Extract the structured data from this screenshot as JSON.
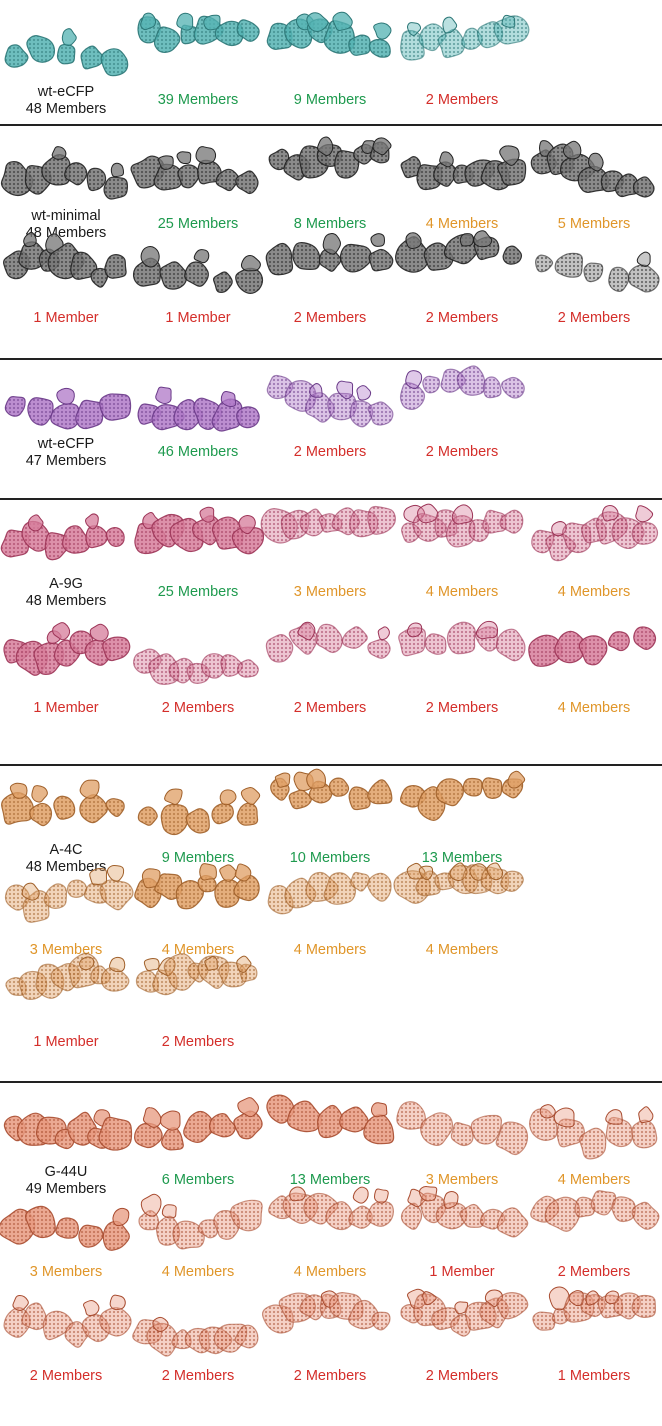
{
  "colors": {
    "label_green": "#1e9a4e",
    "label_orange": "#e0962a",
    "label_red": "#d42e2a",
    "label_black": "#1a1a1a",
    "divider": "#222222"
  },
  "groups": [
    {
      "id": "g1",
      "fill": "#55b3b3",
      "stroke": "#2c7777",
      "rows": [
        [
          {
            "title": "wt-eCFP",
            "count": "48 Members",
            "tone": "black",
            "light": false
          },
          {
            "count": "39 Members",
            "tone": "green",
            "light": false
          },
          {
            "count": "9 Members",
            "tone": "green",
            "light": false
          },
          {
            "count": "2 Members",
            "tone": "red",
            "light": true
          }
        ]
      ]
    },
    {
      "id": "g2",
      "fill": "#777777",
      "stroke": "#222222",
      "rows": [
        [
          {
            "title": "wt-minimal",
            "count": "48 Members",
            "tone": "black",
            "light": false
          },
          {
            "count": "25 Members",
            "tone": "green",
            "light": false
          },
          {
            "count": "8 Members",
            "tone": "green",
            "light": false
          },
          {
            "count": "4 Members",
            "tone": "orange",
            "light": false
          },
          {
            "count": "5 Members",
            "tone": "orange",
            "light": false
          }
        ],
        [
          {
            "count": "1 Member",
            "tone": "red",
            "light": false
          },
          {
            "count": "1 Member",
            "tone": "red",
            "light": false
          },
          {
            "count": "2 Members",
            "tone": "red",
            "light": false
          },
          {
            "count": "2 Members",
            "tone": "red",
            "light": false
          },
          {
            "count": "2 Members",
            "tone": "red",
            "light": true
          }
        ]
      ]
    },
    {
      "id": "g3",
      "fill": "#b07ac8",
      "stroke": "#6a3a88",
      "rows": [
        [
          {
            "title": "wt-eCFP",
            "count": "47 Members",
            "tone": "black",
            "light": false
          },
          {
            "count": "46 Members",
            "tone": "green",
            "light": false
          },
          {
            "count": "2 Members",
            "tone": "red",
            "light": true
          },
          {
            "count": "2 Members",
            "tone": "red",
            "light": true
          }
        ]
      ]
    },
    {
      "id": "g4",
      "fill": "#d77e9b",
      "stroke": "#9c3457",
      "rows": [
        [
          {
            "title": "A-9G",
            "count": "48 Members",
            "tone": "black",
            "light": false
          },
          {
            "count": "25 Members",
            "tone": "green",
            "light": false
          },
          {
            "count": "3 Members",
            "tone": "orange",
            "light": true
          },
          {
            "count": "4 Members",
            "tone": "orange",
            "light": true
          },
          {
            "count": "4 Members",
            "tone": "orange",
            "light": true
          }
        ],
        [
          {
            "count": "1 Member",
            "tone": "red",
            "light": false
          },
          {
            "count": "2 Members",
            "tone": "red",
            "light": true
          },
          {
            "count": "2 Members",
            "tone": "red",
            "light": true
          },
          {
            "count": "2 Members",
            "tone": "red",
            "light": true
          },
          {
            "count": "4 Members",
            "tone": "orange",
            "light": false
          }
        ]
      ]
    },
    {
      "id": "g5",
      "fill": "#dfa066",
      "stroke": "#a0602a",
      "rows": [
        [
          {
            "title": "A-4C",
            "count": "48 Members",
            "tone": "black",
            "light": false
          },
          {
            "count": "9 Members",
            "tone": "green",
            "light": false
          },
          {
            "count": "10 Members",
            "tone": "green",
            "light": false
          },
          {
            "count": "13 Members",
            "tone": "green",
            "light": false
          }
        ],
        [
          {
            "count": "3 Members",
            "tone": "orange",
            "light": true
          },
          {
            "count": "4 Members",
            "tone": "orange",
            "light": false
          },
          {
            "count": "4 Members",
            "tone": "orange",
            "light": true
          },
          {
            "count": "4 Members",
            "tone": "orange",
            "light": true
          }
        ],
        [
          {
            "count": "1 Member",
            "tone": "red",
            "light": true
          },
          {
            "count": "2 Members",
            "tone": "red",
            "light": true
          }
        ]
      ]
    },
    {
      "id": "g6",
      "fill": "#e89a80",
      "stroke": "#a84c30",
      "rows": [
        [
          {
            "title": "G-44U",
            "count": "49 Members",
            "tone": "black",
            "light": false
          },
          {
            "count": "6 Members",
            "tone": "green",
            "light": false
          },
          {
            "count": "13 Members",
            "tone": "green",
            "light": false
          },
          {
            "count": "3 Members",
            "tone": "orange",
            "light": true
          },
          {
            "count": "4 Members",
            "tone": "orange",
            "light": true
          }
        ],
        [
          {
            "count": "3 Members",
            "tone": "orange",
            "light": false
          },
          {
            "count": "4 Members",
            "tone": "orange",
            "light": true
          },
          {
            "count": "4 Members",
            "tone": "orange",
            "light": true
          },
          {
            "count": "1 Member",
            "tone": "red",
            "light": true
          },
          {
            "count": "2 Members",
            "tone": "red",
            "light": true
          }
        ],
        [
          {
            "count": "2 Members",
            "tone": "red",
            "light": true
          },
          {
            "count": "2 Members",
            "tone": "red",
            "light": true
          },
          {
            "count": "2 Members",
            "tone": "red",
            "light": true
          },
          {
            "count": "2 Members",
            "tone": "red",
            "light": true
          },
          {
            "count": "1 Members",
            "tone": "red",
            "light": true
          }
        ]
      ]
    }
  ]
}
